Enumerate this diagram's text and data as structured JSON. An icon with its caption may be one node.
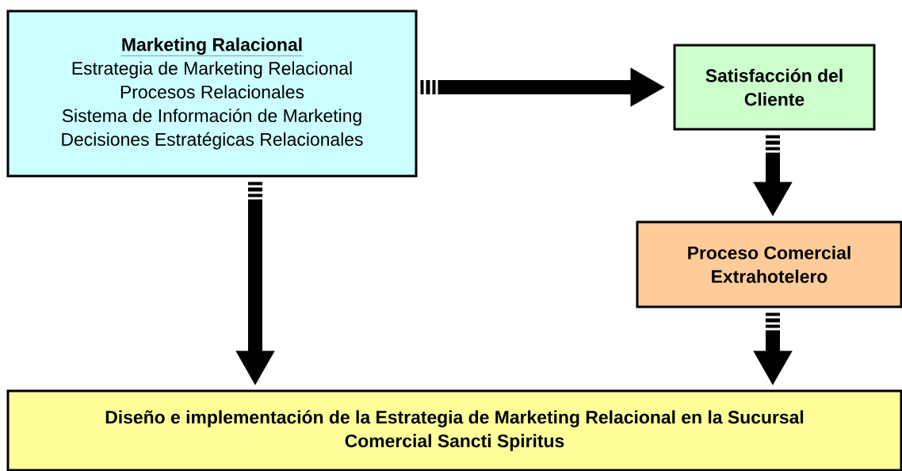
{
  "diagram": {
    "nodes": [
      {
        "text": [
          "Marketing Ralacional",
          "Estrategia de Marketing Relacional",
          "Procesos Relacionales",
          "Sistema de Información de Marketing",
          "Decisiones Estratégicas Relacionales"
        ]
      },
      {
        "text": [
          "Satisfacción del Cliente"
        ]
      },
      {
        "text": [
          "Proceso Comercial Extrahotelero"
        ]
      },
      {
        "text": [
          "Diseño e implementación de la Estrategia de Marketing Relacional en la Sucursal Comercial Sancti Spiritus"
        ]
      }
    ],
    "edges": [
      {
        "from": 0,
        "to": 1,
        "arrow": "to"
      },
      {
        "from": 1,
        "to": 2,
        "arrow": "to"
      },
      {
        "from": 0,
        "to": 3,
        "arrow": "to"
      },
      {
        "from": 2,
        "to": 3,
        "arrow": "to"
      }
    ]
  }
}
